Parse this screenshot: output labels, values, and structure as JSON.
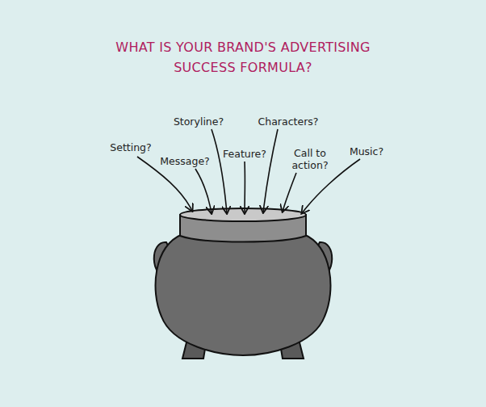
{
  "diagram": {
    "title": "WHAT IS YOUR BRAND'S ADVERTISING SUCCESS FORMULA?",
    "labels": [
      "Setting?",
      "Message?",
      "Storyline?",
      "Feature?",
      "Characters?",
      "Call to action?",
      "Music?"
    ]
  }
}
